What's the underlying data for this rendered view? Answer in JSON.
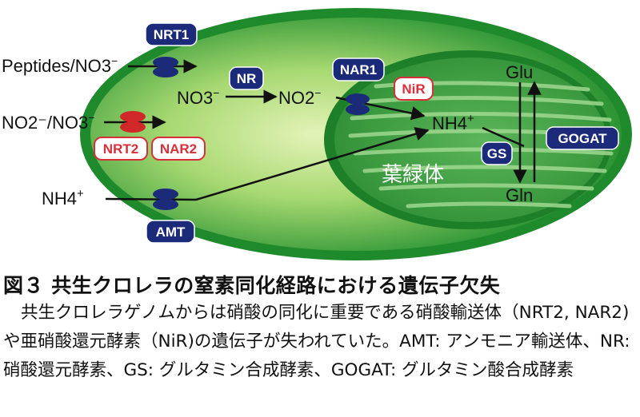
{
  "diagram": {
    "labels": {
      "peptides_no3": "Peptides/NO3",
      "no2_no3": "NO2⁻/NO3",
      "nh4_outside": "NH4",
      "no3_inner": "NO3",
      "no2_inner": "NO2",
      "nh4_chloroplast": "NH4",
      "glu": "Glu",
      "gln": "Gln",
      "chloroplast": "葉緑体"
    },
    "charges": {
      "minus": "−",
      "plus": "+"
    },
    "badges": {
      "nrt1": "NRT1",
      "nr": "NR",
      "nar1": "NAR1",
      "nir": "NiR",
      "nrt2": "NRT2",
      "nar2": "NAR2",
      "gs": "GS",
      "gogat": "GOGAT",
      "amt": "AMT"
    },
    "colors": {
      "cell_dark": "#1f8a2b",
      "cell_light": "#c9e89a",
      "chloroplast": "#3ea040",
      "badge_blue": "#1c2a7a",
      "badge_red": "#d8303a",
      "transporter_red": "#d02828"
    }
  },
  "caption": {
    "title": "図３ 共生クロレラの窒素同化経路における遺伝子欠失",
    "body": "共生クロレラゲノムからは硝酸の同化に重要である硝酸輸送体（NRT2, NAR2)や亜硝酸還元酵素（NiR)の遺伝子が失われていた。AMT: アンモニア輸送体、NR: 硝酸還元酵素、GS: グルタミン合成酵素、GOGAT: グルタミン酸合成酵素"
  }
}
